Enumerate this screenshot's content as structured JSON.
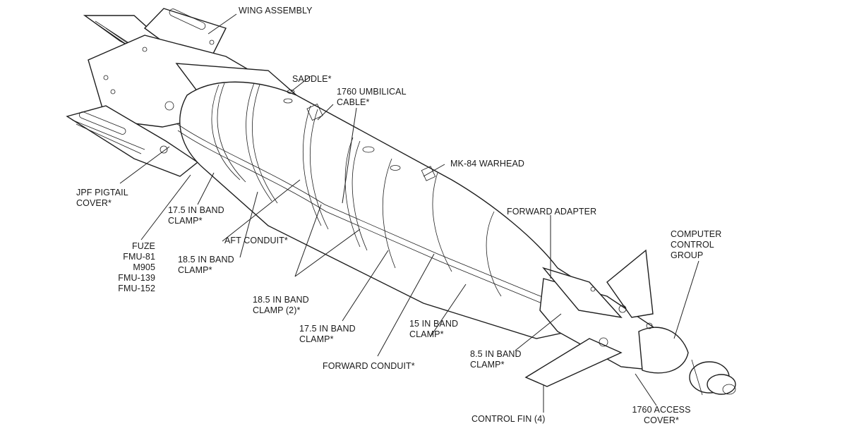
{
  "labels": {
    "wing_assembly": "WING ASSEMBLY",
    "saddle": "SADDLE*",
    "umbilical_cable": "1760 UMBILICAL\nCABLE*",
    "mk84_warhead": "MK-84 WARHEAD",
    "jpf_pigtail_cover": "JPF PIGTAIL\nCOVER*",
    "band_clamp_17_5_aft": "17.5 IN BAND\nCLAMP*",
    "aft_conduit": "AFT CONDUIT*",
    "fuze": "FUZE\nFMU-81\nM905\nFMU-139\nFMU-152",
    "band_clamp_18_5": "18.5 IN BAND\nCLAMP*",
    "band_clamp_18_5_pair": "18.5 IN BAND\nCLAMP (2)*",
    "band_clamp_17_5_fwd": "17.5 IN BAND\nCLAMP*",
    "band_clamp_15": "15 IN BAND\nCLAMP*",
    "forward_conduit": "FORWARD CONDUIT*",
    "forward_adapter": "FORWARD ADAPTER",
    "computer_control_group": "COMPUTER\nCONTROL\nGROUP",
    "band_clamp_8_5": "8.5 IN BAND\nCLAMP*",
    "control_fin": "CONTROL FIN (4)",
    "access_cover": "1760 ACCESS\nCOVER*"
  }
}
